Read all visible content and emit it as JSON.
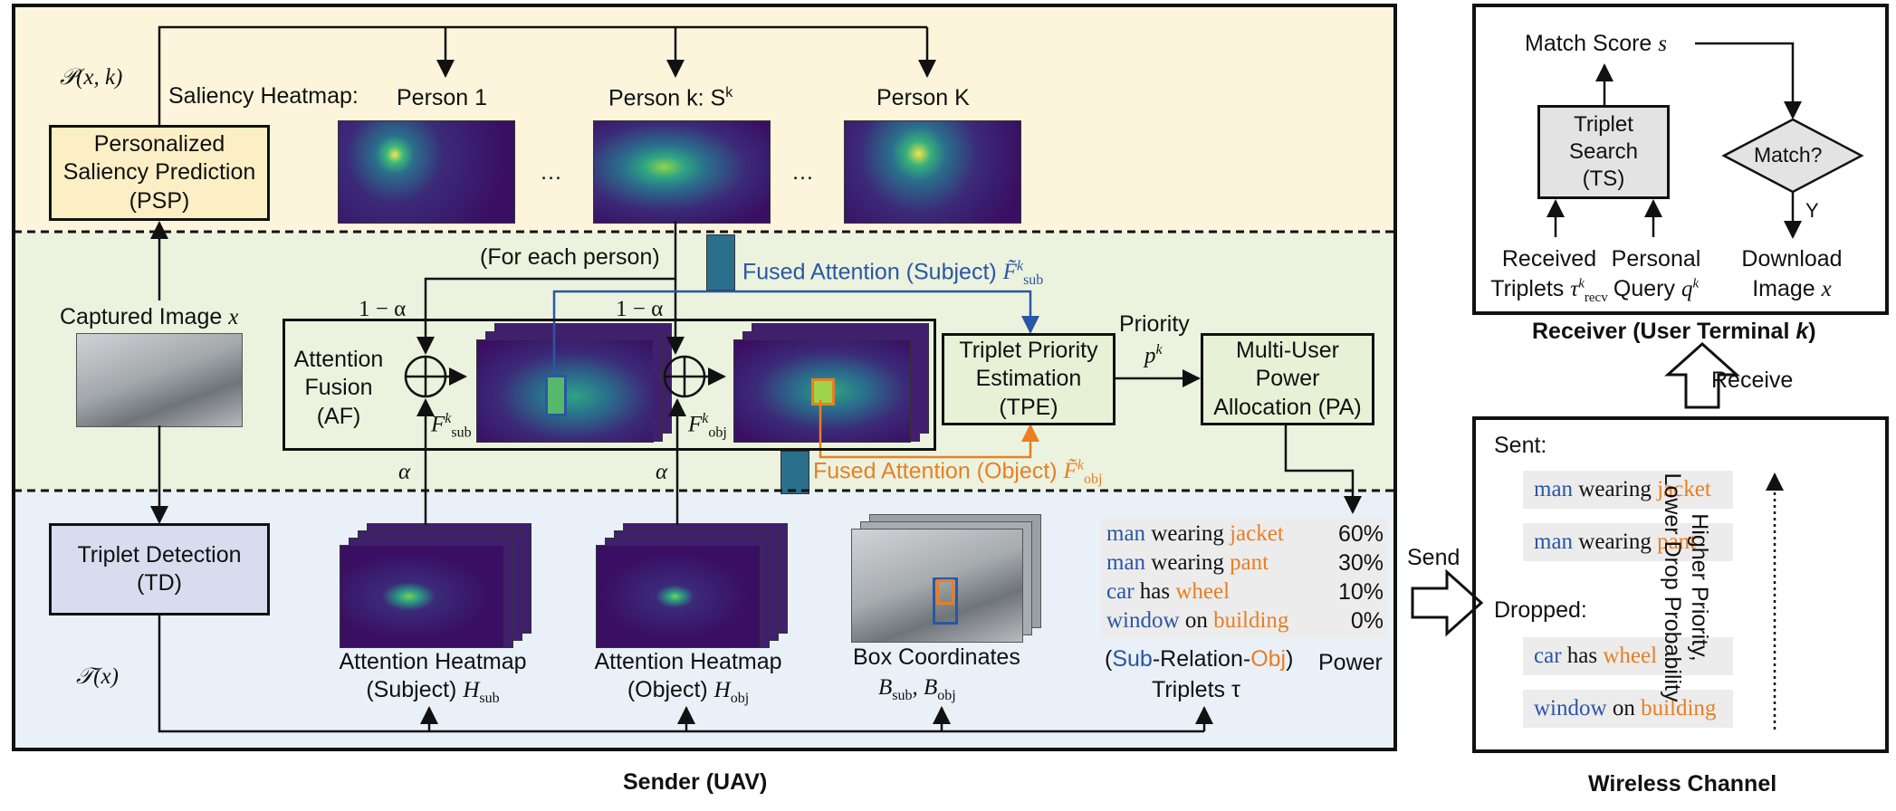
{
  "sender": {
    "caption": "Sender (UAV)",
    "psp_box": "Personalized\nSaliency Prediction\n(PSP)",
    "psp_input": "𝒫(x, k)",
    "saliency_label": "Saliency Heatmap:",
    "person1": "Person 1",
    "personk": "Person k: S",
    "personk_sup": "k",
    "personK": "Person K",
    "ellipsis": "…",
    "for_each": "(For each person)",
    "fused_sub": "Fused Attention (Subject)",
    "fused_sub_sym": "F̃",
    "fused_sub_sub": "sub",
    "fused_obj": "Fused Attention (Object)",
    "fused_obj_sym": "F̃",
    "fused_obj_sub": "obj",
    "captured": "Captured Image",
    "captured_sym": "x",
    "one_minus_alpha": "1 − α",
    "alpha": "α",
    "af_box": "Attention\nFusion\n(AF)",
    "f_sub": "F",
    "f_sub_sub": "sub",
    "f_obj": "F",
    "f_obj_sub": "obj",
    "sup_k": "k",
    "tpe_box": "Triplet Priority\nEstimation\n(TPE)",
    "priority": "Priority",
    "priority_sym": "p",
    "pa_box": "Multi-User\nPower\nAllocation (PA)",
    "td_box": "Triplet Detection\n(TD)",
    "t_of_x": "𝒯(x)",
    "heat_sub_label": "Attention Heatmap\n(Subject)",
    "heat_sub_sym": "H",
    "heat_sub_sub": "sub",
    "heat_obj_label": "Attention Heatmap\n(Object)",
    "heat_obj_sym": "H",
    "heat_obj_sub": "obj",
    "box_coord": "Box Coordinates",
    "box_sym_sub": "B",
    "box_sym_sub_s": "sub",
    "box_sym_obj_s": "obj",
    "triplets_label_a": "(",
    "triplets_sub": "Sub",
    "triplets_rel": "-Relation-",
    "triplets_obj": "Obj",
    "triplets_label_b": ")",
    "triplets_tau": "Triplets τ",
    "power": "Power",
    "triplets": [
      {
        "sub": "man",
        "rel": "wearing",
        "obj": "jacket",
        "pct": "60%"
      },
      {
        "sub": "man",
        "rel": "wearing",
        "obj": "pant",
        "pct": "30%"
      },
      {
        "sub": "car",
        "rel": "has",
        "obj": "wheel",
        "pct": "10%"
      },
      {
        "sub": "window",
        "rel": "on",
        "obj": "building",
        "pct": "0%"
      }
    ]
  },
  "channel": {
    "send": "Send",
    "caption": "Wireless Channel",
    "sent": "Sent:",
    "dropped": "Dropped:",
    "side_note": "Higher Priority,\nLower Drop Probability",
    "sent_items": [
      {
        "sub": "man",
        "rel": "wearing",
        "obj": "jacket"
      },
      {
        "sub": "man",
        "rel": "wearing",
        "obj": "pant"
      }
    ],
    "dropped_items": [
      {
        "sub": "car",
        "rel": "has",
        "obj": "wheel"
      },
      {
        "sub": "window",
        "rel": "on",
        "obj": "building"
      }
    ],
    "receive": "Receive"
  },
  "receiver": {
    "caption": "Receiver (User Terminal k)",
    "match_score": "Match Score",
    "match_sym": "s",
    "ts_box": "Triplet\nSearch\n(TS)",
    "match_q": "Match?",
    "yes": "Y",
    "received": "Received\nTriplets",
    "received_sym": "τ",
    "received_sup": "k",
    "received_sub": "recv",
    "personal": "Personal\nQuery",
    "personal_sym": "q",
    "personal_sup": "k",
    "download": "Download\nImage",
    "download_sym": "x"
  },
  "colors": {
    "psp_band": "#fcf5dc",
    "mid_band": "#ebf3df",
    "bottom_band": "#e9f0f8",
    "psp_box": "#fcefc6",
    "mid_box": "#e6f1d6",
    "td_box": "#d7dcef",
    "ts_box": "#e3e3e3",
    "blue": "#2a56a4",
    "orange": "#ea7e22"
  }
}
